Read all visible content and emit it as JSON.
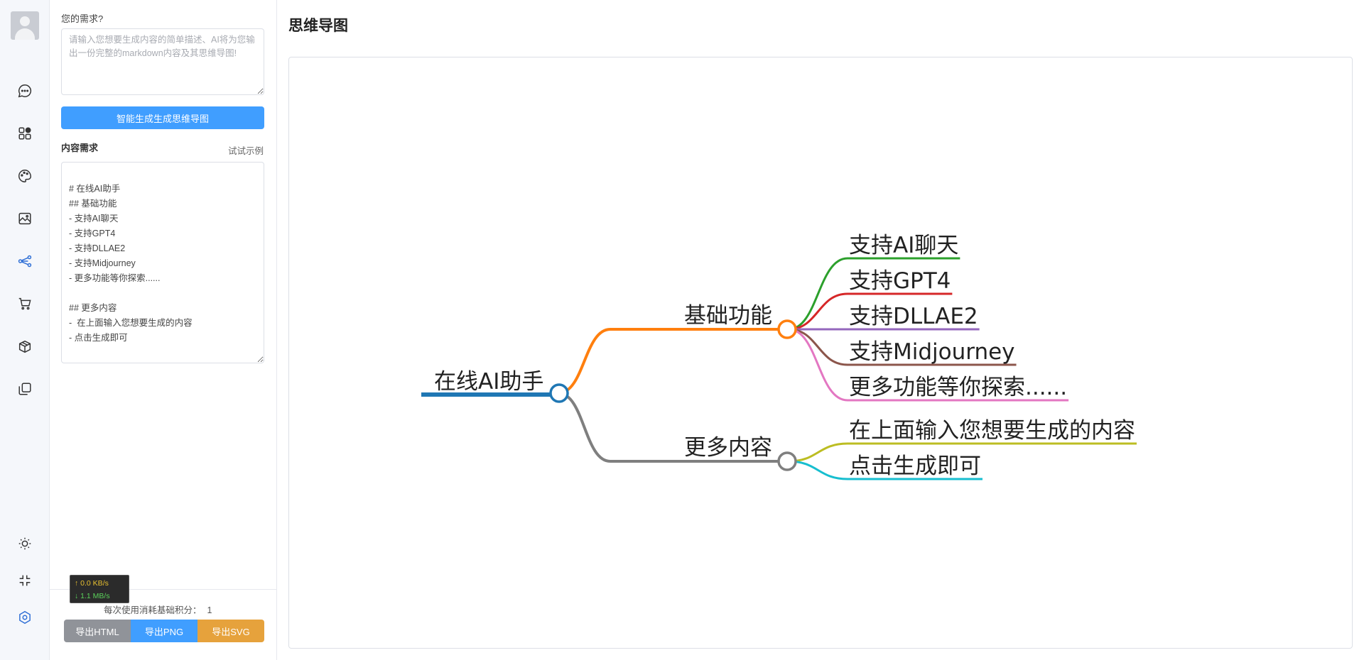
{
  "sidebar": {
    "icons": [
      {
        "name": "chat-icon"
      },
      {
        "name": "apps-icon"
      },
      {
        "name": "palette-icon"
      },
      {
        "name": "image-icon"
      },
      {
        "name": "mindmap-icon",
        "active": true
      },
      {
        "name": "cart-icon"
      },
      {
        "name": "package-icon"
      },
      {
        "name": "copy-icon"
      }
    ],
    "bottom_icons": [
      {
        "name": "sun-icon"
      },
      {
        "name": "collapse-icon"
      },
      {
        "name": "settings-icon"
      }
    ]
  },
  "form": {
    "need_label": "您的需求?",
    "need_placeholder": "请输入您想要生成内容的简单描述、AI将为您输出一份完整的markdown内容及其思维导图!",
    "generate_button": "智能生成生成思维导图",
    "content_label": "内容需求",
    "try_example": "试试示例",
    "content_value": "\n# 在线AI助手\n## 基础功能\n- 支持AI聊天\n- 支持GPT4\n- 支持DLLAE2\n- 支持Midjourney\n- 更多功能等你探索......\n\n## 更多内容\n-  在上面输入您想要生成的内容\n- 点击生成即可"
  },
  "footer": {
    "points_label": "每次使用消耗基础积分：",
    "points_value": "1",
    "export_html": "导出HTML",
    "export_png": "导出PNG",
    "export_svg": "导出SVG"
  },
  "speed_overlay": {
    "up": "↑ 0.0 KB/s",
    "down": "↓ 1.1 MB/s"
  },
  "main": {
    "title": "思维导图"
  },
  "mindmap": {
    "root": {
      "label": "在线AI助手",
      "color": "#1f77b4"
    },
    "branches": [
      {
        "label": "基础功能",
        "color": "#ff7f0e",
        "children": [
          {
            "label": "支持AI聊天",
            "color": "#2ca02c"
          },
          {
            "label": "支持GPT4",
            "color": "#d62728"
          },
          {
            "label": "支持DLLAE2",
            "color": "#9467bd"
          },
          {
            "label": "支持Midjourney",
            "color": "#8c564b"
          },
          {
            "label": "更多功能等你探索......",
            "color": "#e377c2"
          }
        ]
      },
      {
        "label": "更多内容",
        "color": "#7f7f7f",
        "children": [
          {
            "label": "在上面输入您想要生成的内容",
            "color": "#bcbd22"
          },
          {
            "label": "点击生成即可",
            "color": "#17becf"
          }
        ]
      }
    ]
  }
}
